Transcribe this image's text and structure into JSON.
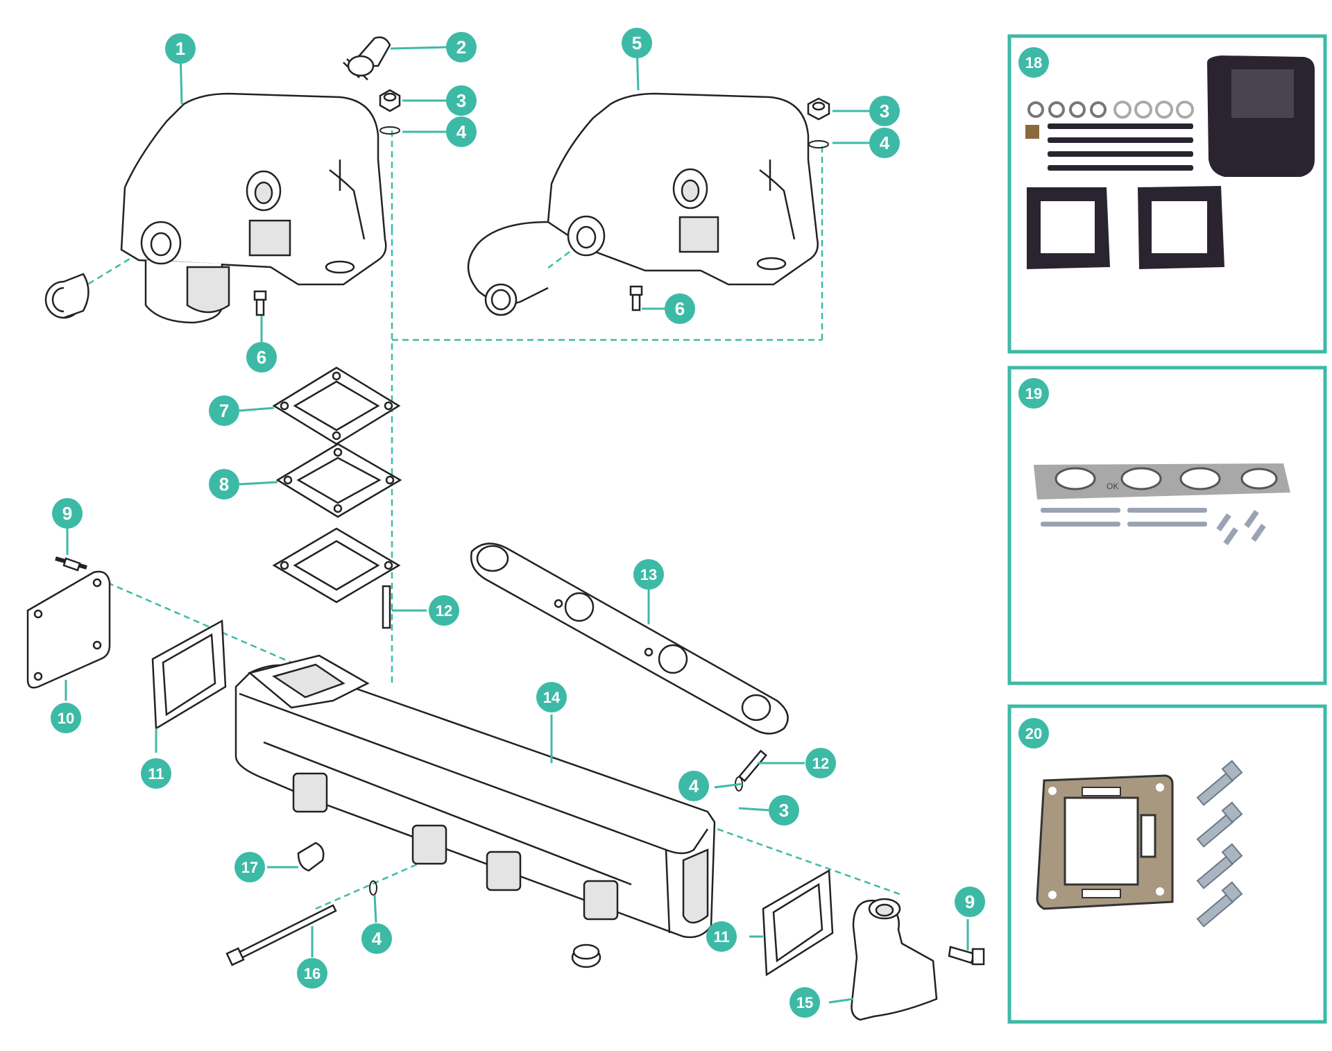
{
  "accent_color": "#3dbaa6",
  "line_color": "#222222",
  "callouts": [
    {
      "id": "1",
      "text": "1"
    },
    {
      "id": "2",
      "text": "2"
    },
    {
      "id": "3",
      "text": "3"
    },
    {
      "id": "4",
      "text": "4"
    },
    {
      "id": "5",
      "text": "5"
    },
    {
      "id": "6",
      "text": "6"
    },
    {
      "id": "7",
      "text": "7"
    },
    {
      "id": "8",
      "text": "8"
    },
    {
      "id": "9",
      "text": "9"
    },
    {
      "id": "10",
      "text": "10"
    },
    {
      "id": "11",
      "text": "11"
    },
    {
      "id": "12",
      "text": "12"
    },
    {
      "id": "13",
      "text": "13"
    },
    {
      "id": "14",
      "text": "14"
    },
    {
      "id": "15",
      "text": "15"
    },
    {
      "id": "16",
      "text": "16"
    },
    {
      "id": "17",
      "text": "17"
    }
  ],
  "kit_panels": [
    {
      "id": "18",
      "text": "18"
    },
    {
      "id": "19",
      "text": "19"
    },
    {
      "id": "20",
      "text": "20"
    }
  ],
  "photo_markings": {
    "gasket_set_imprint": "OK"
  }
}
